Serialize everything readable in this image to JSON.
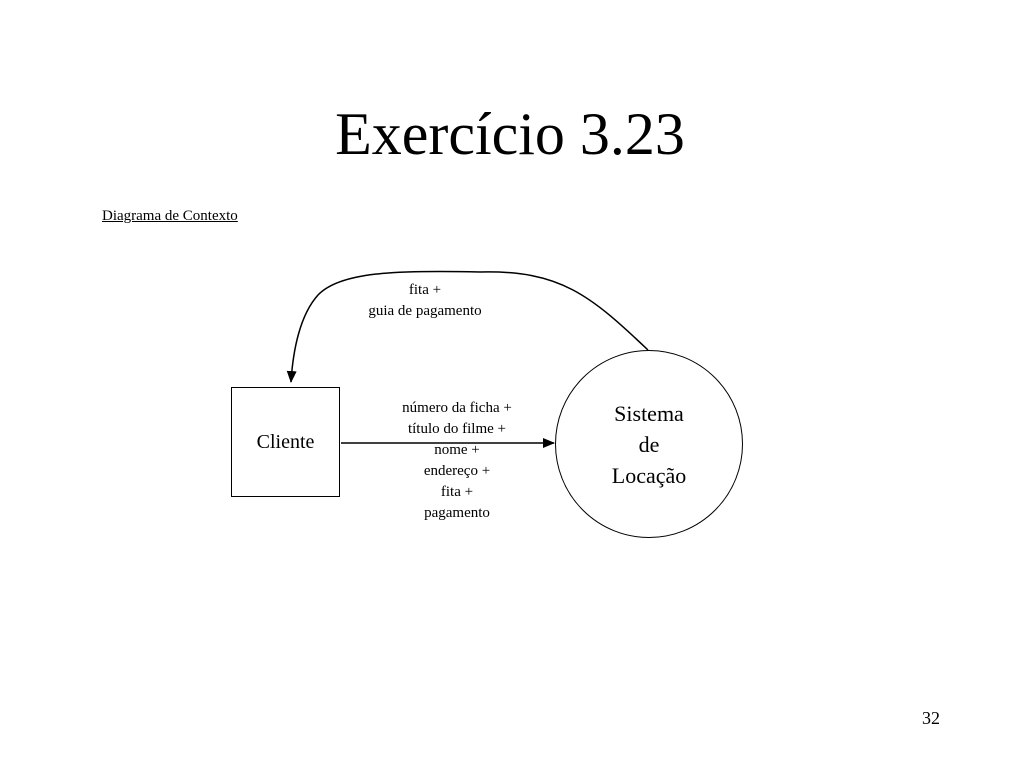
{
  "slide": {
    "title": "Exercício 3.23",
    "subtitle": "Diagrama de Contexto",
    "page_number": "32"
  },
  "diagram": {
    "entity": {
      "label": "Cliente"
    },
    "process": {
      "lines": [
        "Sistema",
        "de",
        "Locação"
      ]
    },
    "flows": {
      "to_client": {
        "lines": [
          "fita +",
          "guia de pagamento"
        ]
      },
      "to_system": {
        "lines": [
          "número da ficha +",
          "título do filme +",
          "nome +",
          "endereço +",
          "fita +",
          "pagamento"
        ]
      }
    }
  }
}
